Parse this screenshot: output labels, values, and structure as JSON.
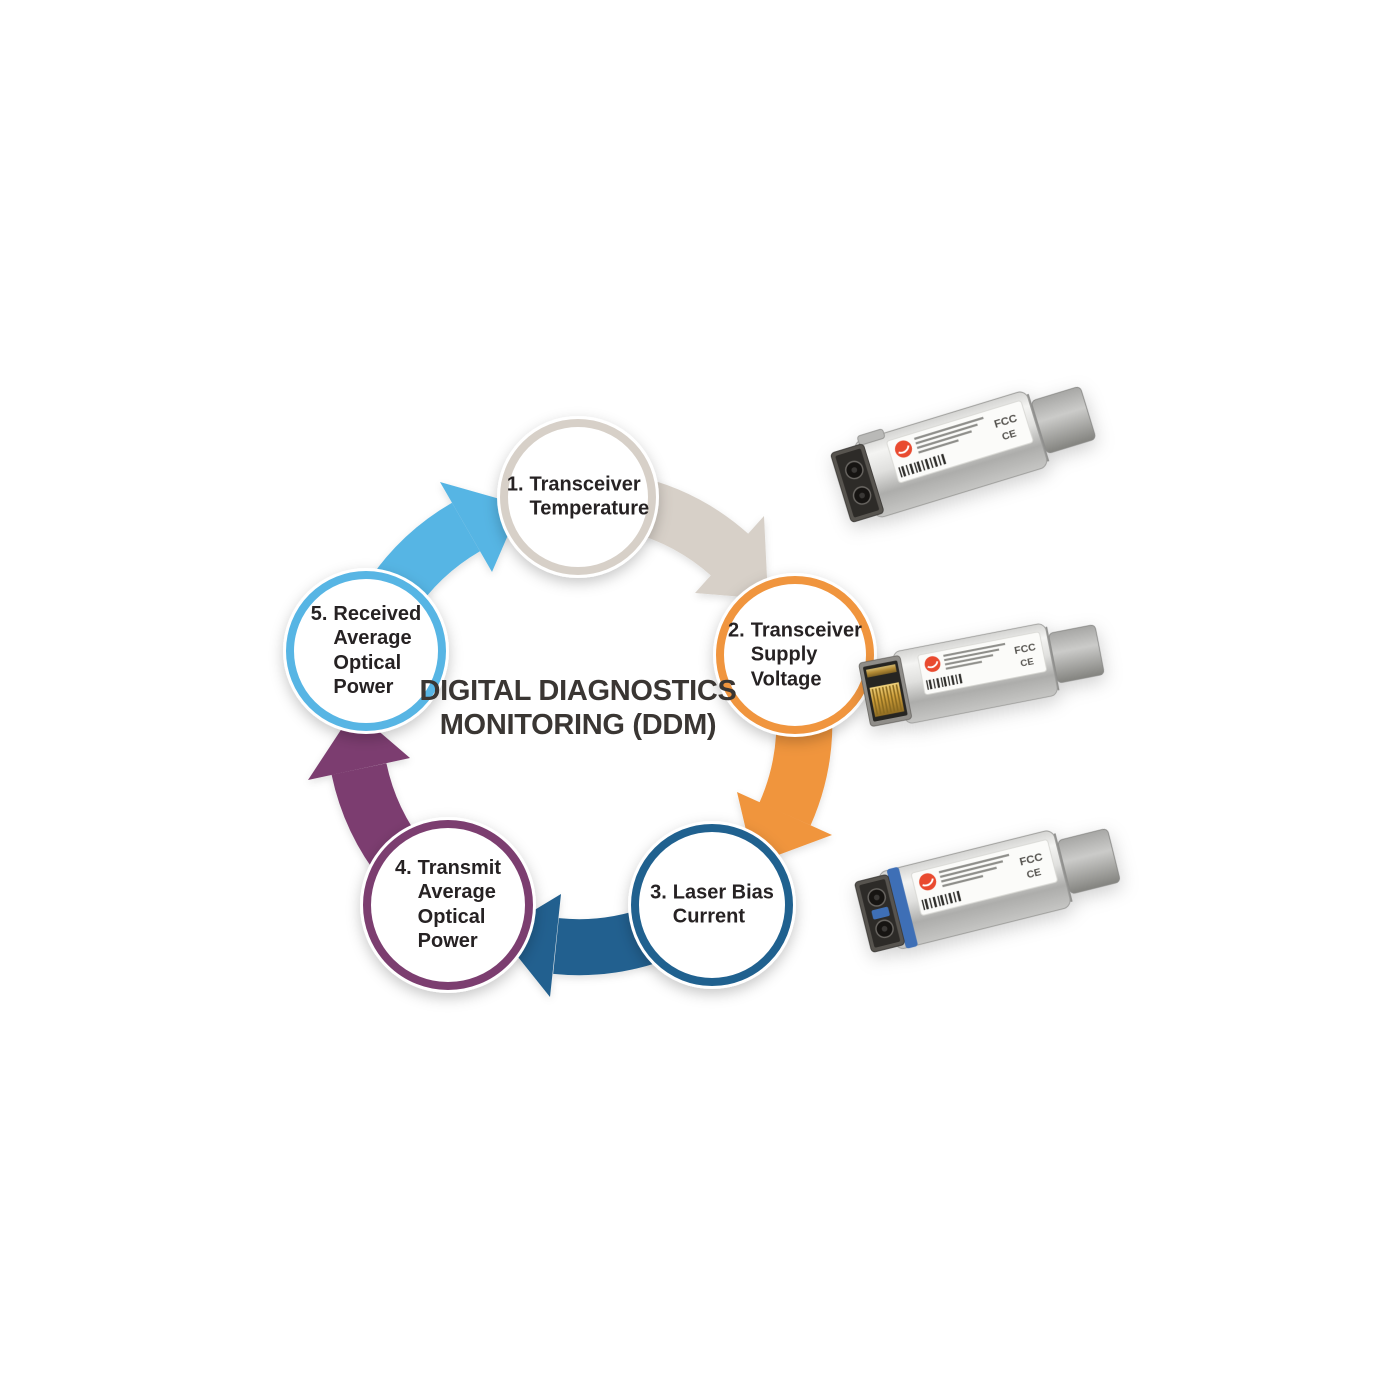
{
  "page": {
    "background": "#ffffff"
  },
  "cycle": {
    "title": "DIGITAL DIAGNOSTICS\nMONITORING (DDM)",
    "title_color": "#3a3633",
    "label_color": "#262223",
    "nodes": [
      {
        "num": "1.",
        "text": "Transceiver\nTemperature",
        "color": "#d7d0c8"
      },
      {
        "num": "2.",
        "text": "Transceiver\nSupply\nVoltage",
        "color": "#f0953e"
      },
      {
        "num": "3.",
        "text": "Laser Bias\nCurrent",
        "color": "#20618f"
      },
      {
        "num": "4.",
        "text": "Transmit\nAverage\nOptical\nPower",
        "color": "#7c3e70"
      },
      {
        "num": "5.",
        "text": "Received\nAverage\nOptical\nPower",
        "color": "#57b5e4"
      }
    ]
  },
  "transceivers": {
    "marks": {
      "fcc": "FCC",
      "ce": "CE"
    },
    "items": [
      {
        "kind": "SFP+ fiber transceiver with duplex LC ports"
      },
      {
        "kind": "SFP+ copper transceiver with RJ45 gold contacts"
      },
      {
        "kind": "SFP+ fiber transceiver with duplex LC ports and blue latch"
      }
    ]
  }
}
